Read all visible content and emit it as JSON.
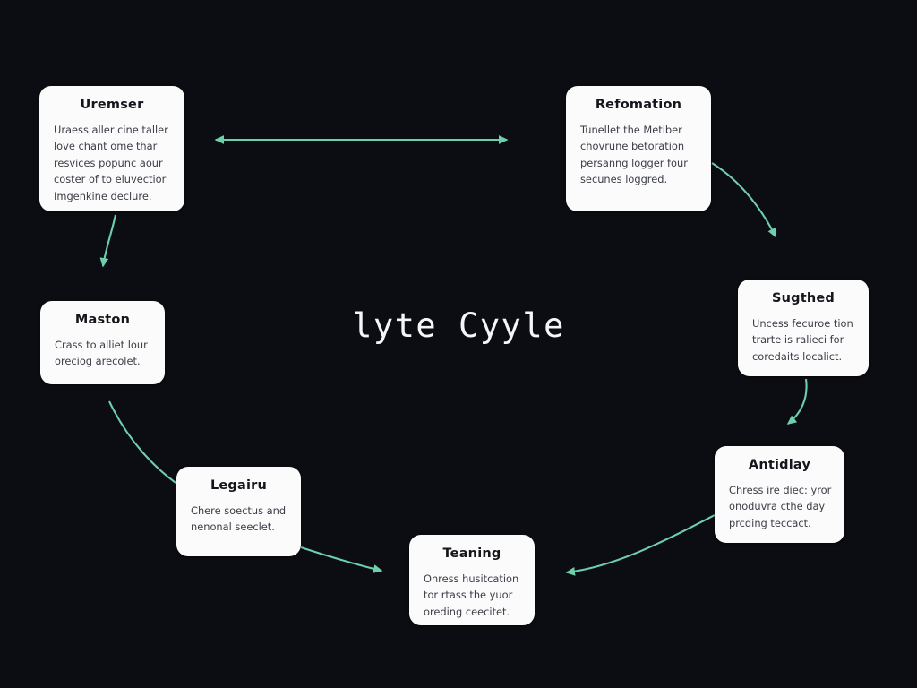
{
  "diagram": {
    "background_color": "#0c0d12",
    "node_fill_color": "#fbfbfb",
    "edge_color": "#6ecfad",
    "title_color": "#f4f6f8",
    "center_title": "lyte Cyyle",
    "nodes": [
      {
        "id": "node-0",
        "title": "Uremser",
        "lines": [
          "Uraess aller cine taller",
          "love chant ome thar",
          "resvices popunc aour",
          "coster of to eluvectior",
          "Imgenkine declure."
        ]
      },
      {
        "id": "node-1",
        "title": "Refomation",
        "lines": [
          "Tunellet the Metiber",
          "chovrune betoration",
          "persanng logger four",
          "secunes loggred."
        ]
      },
      {
        "id": "node-2",
        "title": "Sugthed",
        "lines": [
          "Uncess fecuroe tion",
          "trarte is ralieci for",
          "coredaits localict."
        ]
      },
      {
        "id": "node-3",
        "title": "Antidlay",
        "lines": [
          "Chress ire diec: yror",
          "onoduvra cthe day",
          "prcding teccact."
        ]
      },
      {
        "id": "node-4",
        "title": "Teaning",
        "lines": [
          "Onress husitcation",
          "tor rtass the yuor",
          "oreding ceecitet."
        ]
      },
      {
        "id": "node-5",
        "title": "Legairu",
        "lines": [
          "Chere soectus and",
          "nenonal seeclet."
        ]
      },
      {
        "id": "node-6",
        "title": "Maston",
        "lines": [
          "Crass to alliet lour",
          "oreciog arecolet."
        ]
      }
    ],
    "edges": [
      {
        "name": "edge-uremser-refomation",
        "kind": "straight-bidirectional"
      },
      {
        "name": "edge-uremser-maston",
        "kind": "curved-arrow"
      },
      {
        "name": "edge-refomation-sugthed",
        "kind": "curved-arrow"
      },
      {
        "name": "edge-sugthed-antidlay",
        "kind": "curved-arrow"
      },
      {
        "name": "edge-antidlay-teaning",
        "kind": "curved-arrow"
      },
      {
        "name": "edge-legairu-teaning",
        "kind": "curved-arrow"
      },
      {
        "name": "edge-maston-legairu",
        "kind": "curved-line"
      }
    ]
  }
}
